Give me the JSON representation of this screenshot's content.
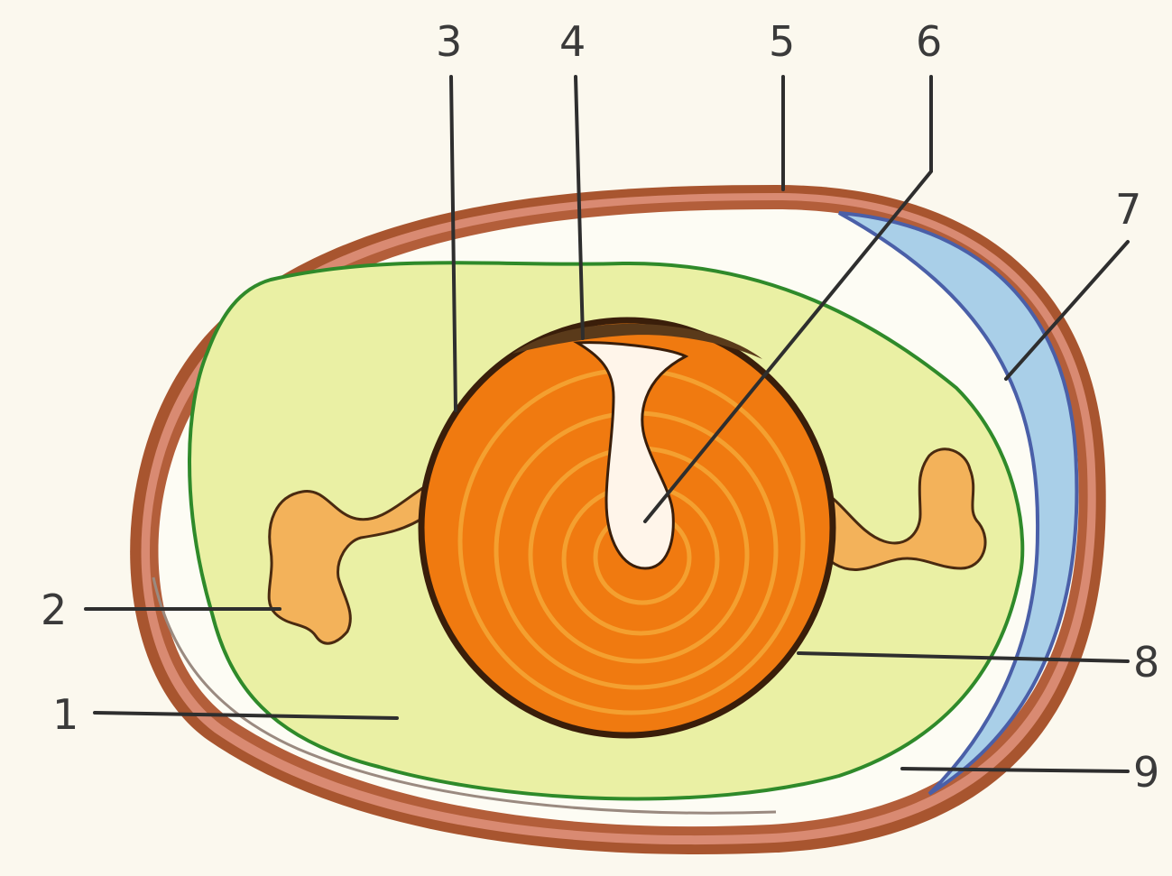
{
  "colors": {
    "background": "#fbf8ee",
    "shell": "#a8552f",
    "shell_inner": "#d98a72",
    "air_cell": "#a9cfe8",
    "white_outer": "#fdfcf4",
    "albumen": "#eaf0a4",
    "albumen_outline": "#2f8a2a",
    "yolk": "#f07a10",
    "yolk_ring": "#f4a030",
    "chalaza": "#f3b25a",
    "germ_disc": "#fff5ea"
  },
  "labels": {
    "l1": "1",
    "l2": "2",
    "l3": "3",
    "l4": "4",
    "l5": "5",
    "l6": "6",
    "l7": "7",
    "l8": "8",
    "l9": "9"
  }
}
